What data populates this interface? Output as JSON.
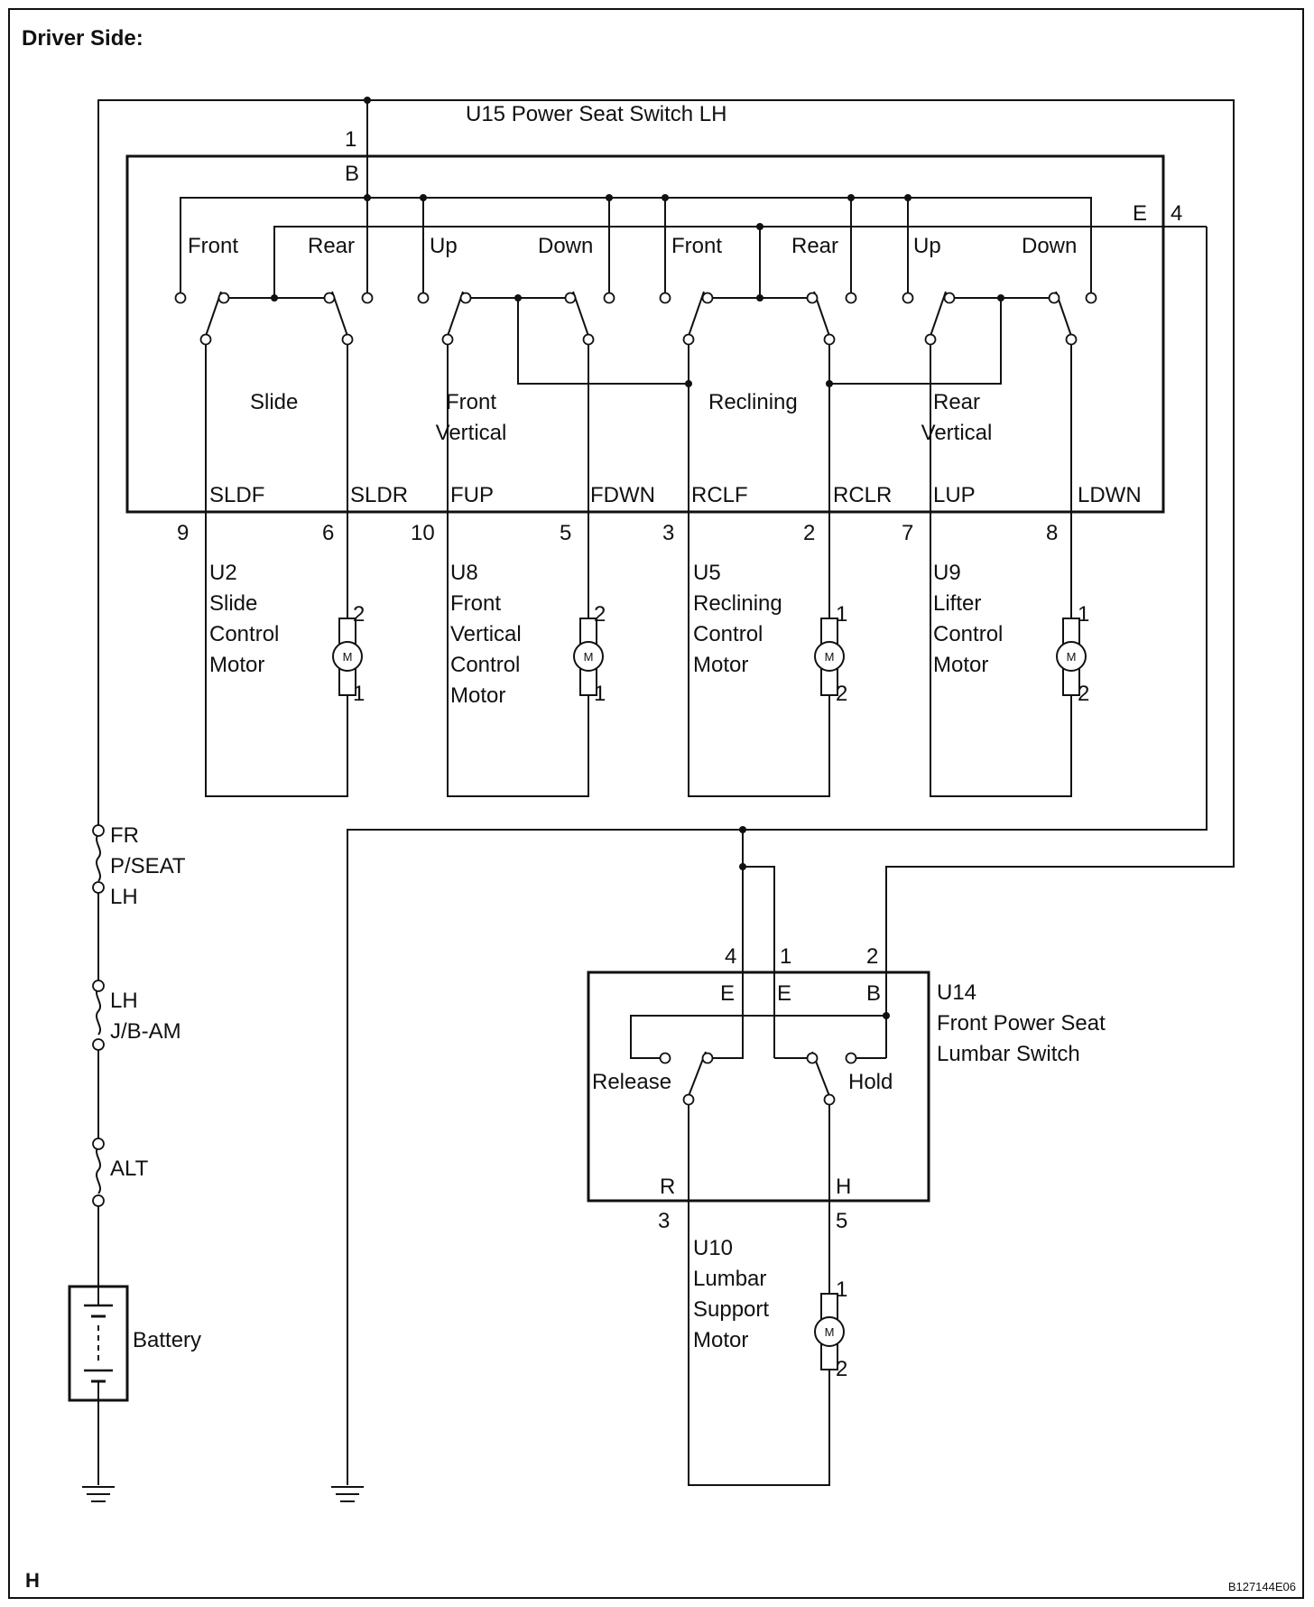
{
  "header": "Driver Side:",
  "switch_main": {
    "title": "U15 Power Seat Switch LH",
    "pin_b_num": "1",
    "pin_b": "B",
    "pin_e": "E",
    "pin_e_num": "4",
    "contacts": [
      "Front",
      "Rear",
      "Up",
      "Down",
      "Front",
      "Rear",
      "Up",
      "Down"
    ],
    "groups": [
      "Slide",
      "Front\nVertical",
      "Reclining",
      "Rear\nVertical"
    ],
    "pins": [
      {
        "name": "SLDF",
        "num": "9"
      },
      {
        "name": "SLDR",
        "num": "6"
      },
      {
        "name": "FUP",
        "num": "10"
      },
      {
        "name": "FDWN",
        "num": "5"
      },
      {
        "name": "RCLF",
        "num": "3"
      },
      {
        "name": "RCLR",
        "num": "2"
      },
      {
        "name": "LUP",
        "num": "7"
      },
      {
        "name": "LDWN",
        "num": "8"
      }
    ]
  },
  "motors": [
    {
      "label": "U2\nSlide\nControl\nMotor",
      "symbol": "M",
      "top_pin": "2",
      "bottom_pin": "1"
    },
    {
      "label": "U8\nFront\nVertical\nControl\nMotor",
      "symbol": "M",
      "top_pin": "2",
      "bottom_pin": "1"
    },
    {
      "label": "U5\nReclining\nControl\nMotor",
      "symbol": "M",
      "top_pin": "1",
      "bottom_pin": "2"
    },
    {
      "label": "U9\nLifter\nControl\nMotor",
      "symbol": "M",
      "top_pin": "1",
      "bottom_pin": "2"
    }
  ],
  "fuses": [
    {
      "label": "FR\nP/SEAT\nLH"
    },
    {
      "label": "LH\nJ/B-AM"
    },
    {
      "label": "ALT"
    }
  ],
  "battery": "Battery",
  "lumbar_switch": {
    "title": "U14\nFront Power Seat\nLumbar Switch",
    "top_pins": [
      {
        "num": "4",
        "name": "E"
      },
      {
        "num": "1",
        "name": "E"
      },
      {
        "num": "2",
        "name": "B"
      }
    ],
    "release": "Release",
    "hold": "Hold",
    "bottom_pins": [
      {
        "name": "R",
        "num": "3"
      },
      {
        "name": "H",
        "num": "5"
      }
    ]
  },
  "lumbar_motor": {
    "label": "U10\nLumbar\nSupport\nMotor",
    "symbol": "M",
    "top_pin": "1",
    "bottom_pin": "2"
  },
  "footer_left": "H",
  "footer_right": "B127144E06"
}
